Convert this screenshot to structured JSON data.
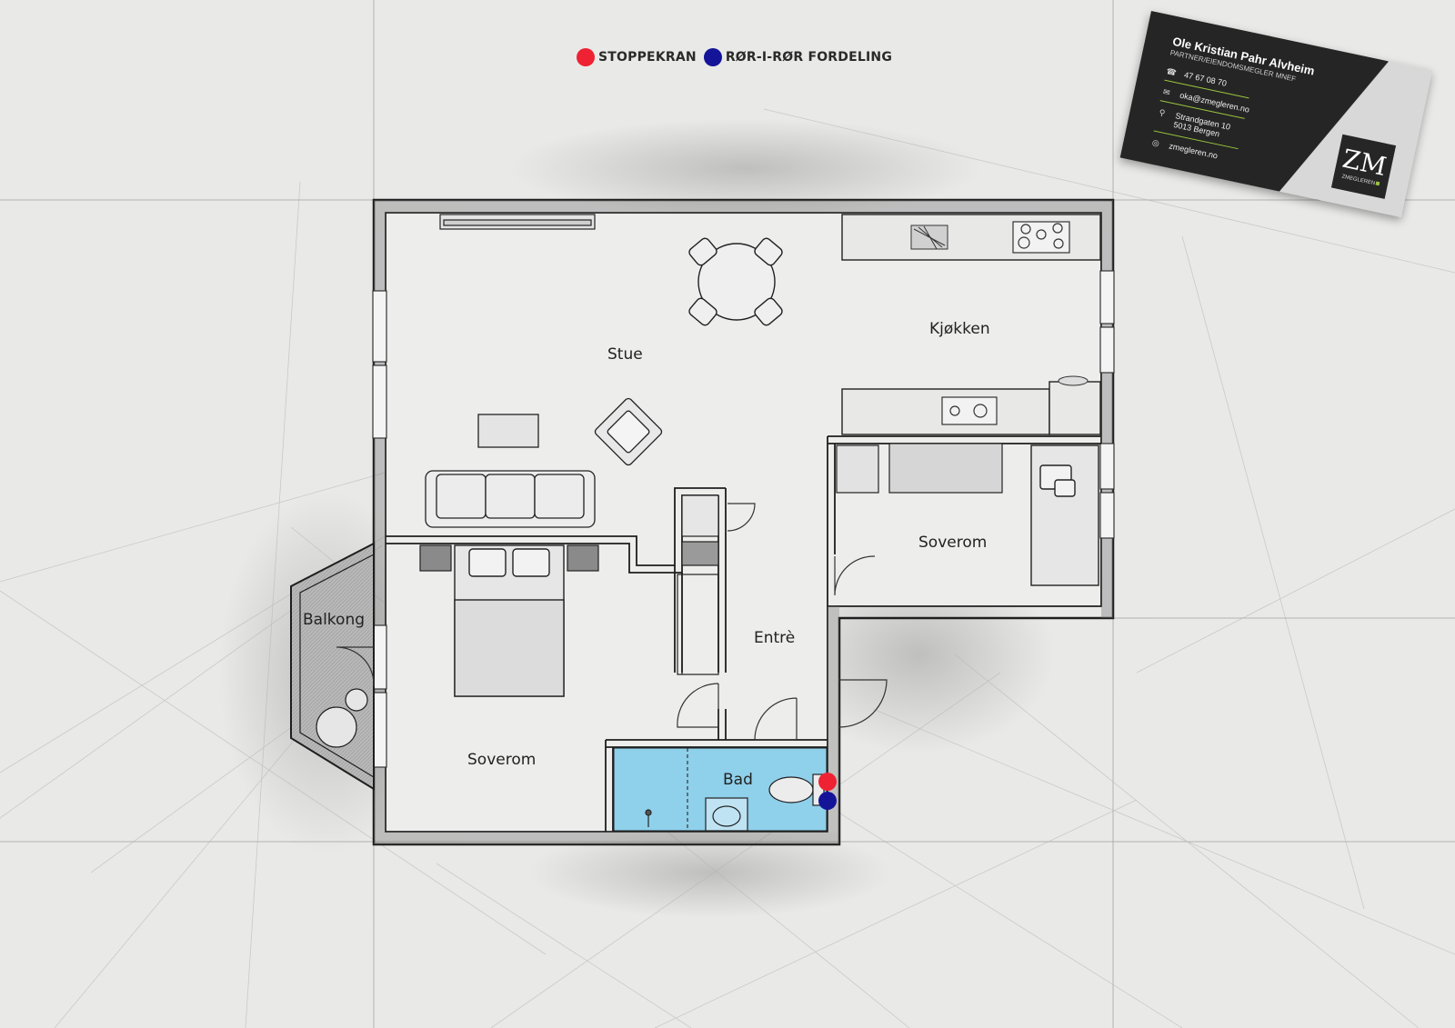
{
  "legend": {
    "items": [
      {
        "label": "STOPPEKRAN",
        "color": "#ee2233"
      },
      {
        "label": "RØR-I-RØR FORDELING",
        "color": "#141499"
      }
    ]
  },
  "rooms": {
    "stue": "Stue",
    "kjokken": "Kjøkken",
    "soverom_small": "Soverom",
    "balkong": "Balkong",
    "entre": "Entrè",
    "soverom_large": "Soverom",
    "bad": "Bad"
  },
  "bathroom_fill": "#8fd0ea",
  "business_card": {
    "name": "Ole Kristian Pahr Alvheim",
    "title": "PARTNER/EIENDOMSMEGLER MNEF",
    "phone": "47 67 08 70",
    "email": "oka@zmegleren.no",
    "address_line1": "Strandgaten 10",
    "address_line2": "5013 Bergen",
    "website": "zmegleren.no",
    "logo_text": "ZMEGLEREN",
    "accent": "#9bc53d",
    "icons": [
      "phone-icon",
      "mail-icon",
      "location-pin-icon",
      "globe-icon"
    ]
  }
}
